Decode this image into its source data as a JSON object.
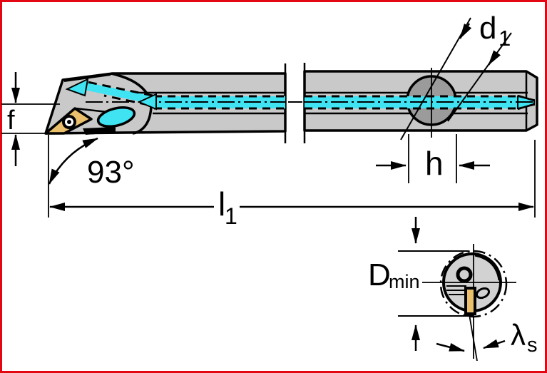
{
  "figure": {
    "type": "technical-drawing",
    "subject": "boring bar with through-coolant, side view and end view",
    "labels": {
      "f": "f",
      "angle": "93°",
      "l1_base": "l",
      "l1_sub": "1",
      "d1_base": "d",
      "d1_sub": "1",
      "h": "h",
      "dmin_base": "D",
      "dmin_sub": "min",
      "lambda_base": "λ",
      "lambda_sub": "s"
    },
    "colors": {
      "border_red": "#e30613",
      "body_gray": "#c9c9c9",
      "hole_gray": "#9b9b9b",
      "endview_gray": "#d2d2d2",
      "insert_gold": "#eac06c",
      "coolant_cyan": "#3fe3f2",
      "line_black": "#000000"
    }
  }
}
